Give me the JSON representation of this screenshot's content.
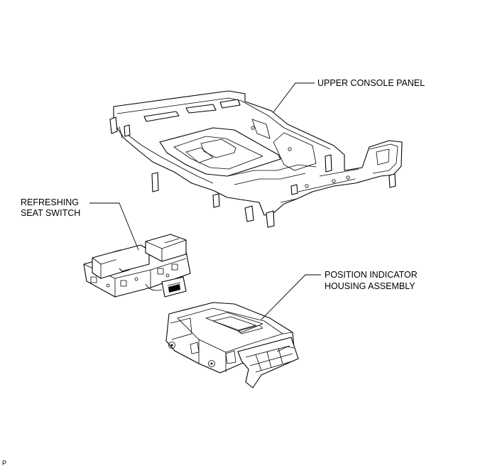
{
  "callouts": {
    "upper_console_panel": "UPPER CONSOLE PANEL",
    "refreshing_seat_switch_line1": "REFRESHING",
    "refreshing_seat_switch_line2": "SEAT SWITCH",
    "position_indicator_line1": "POSITION INDICATOR",
    "position_indicator_line2": "HOUSING ASSEMBLY"
  },
  "corner_code": "P"
}
